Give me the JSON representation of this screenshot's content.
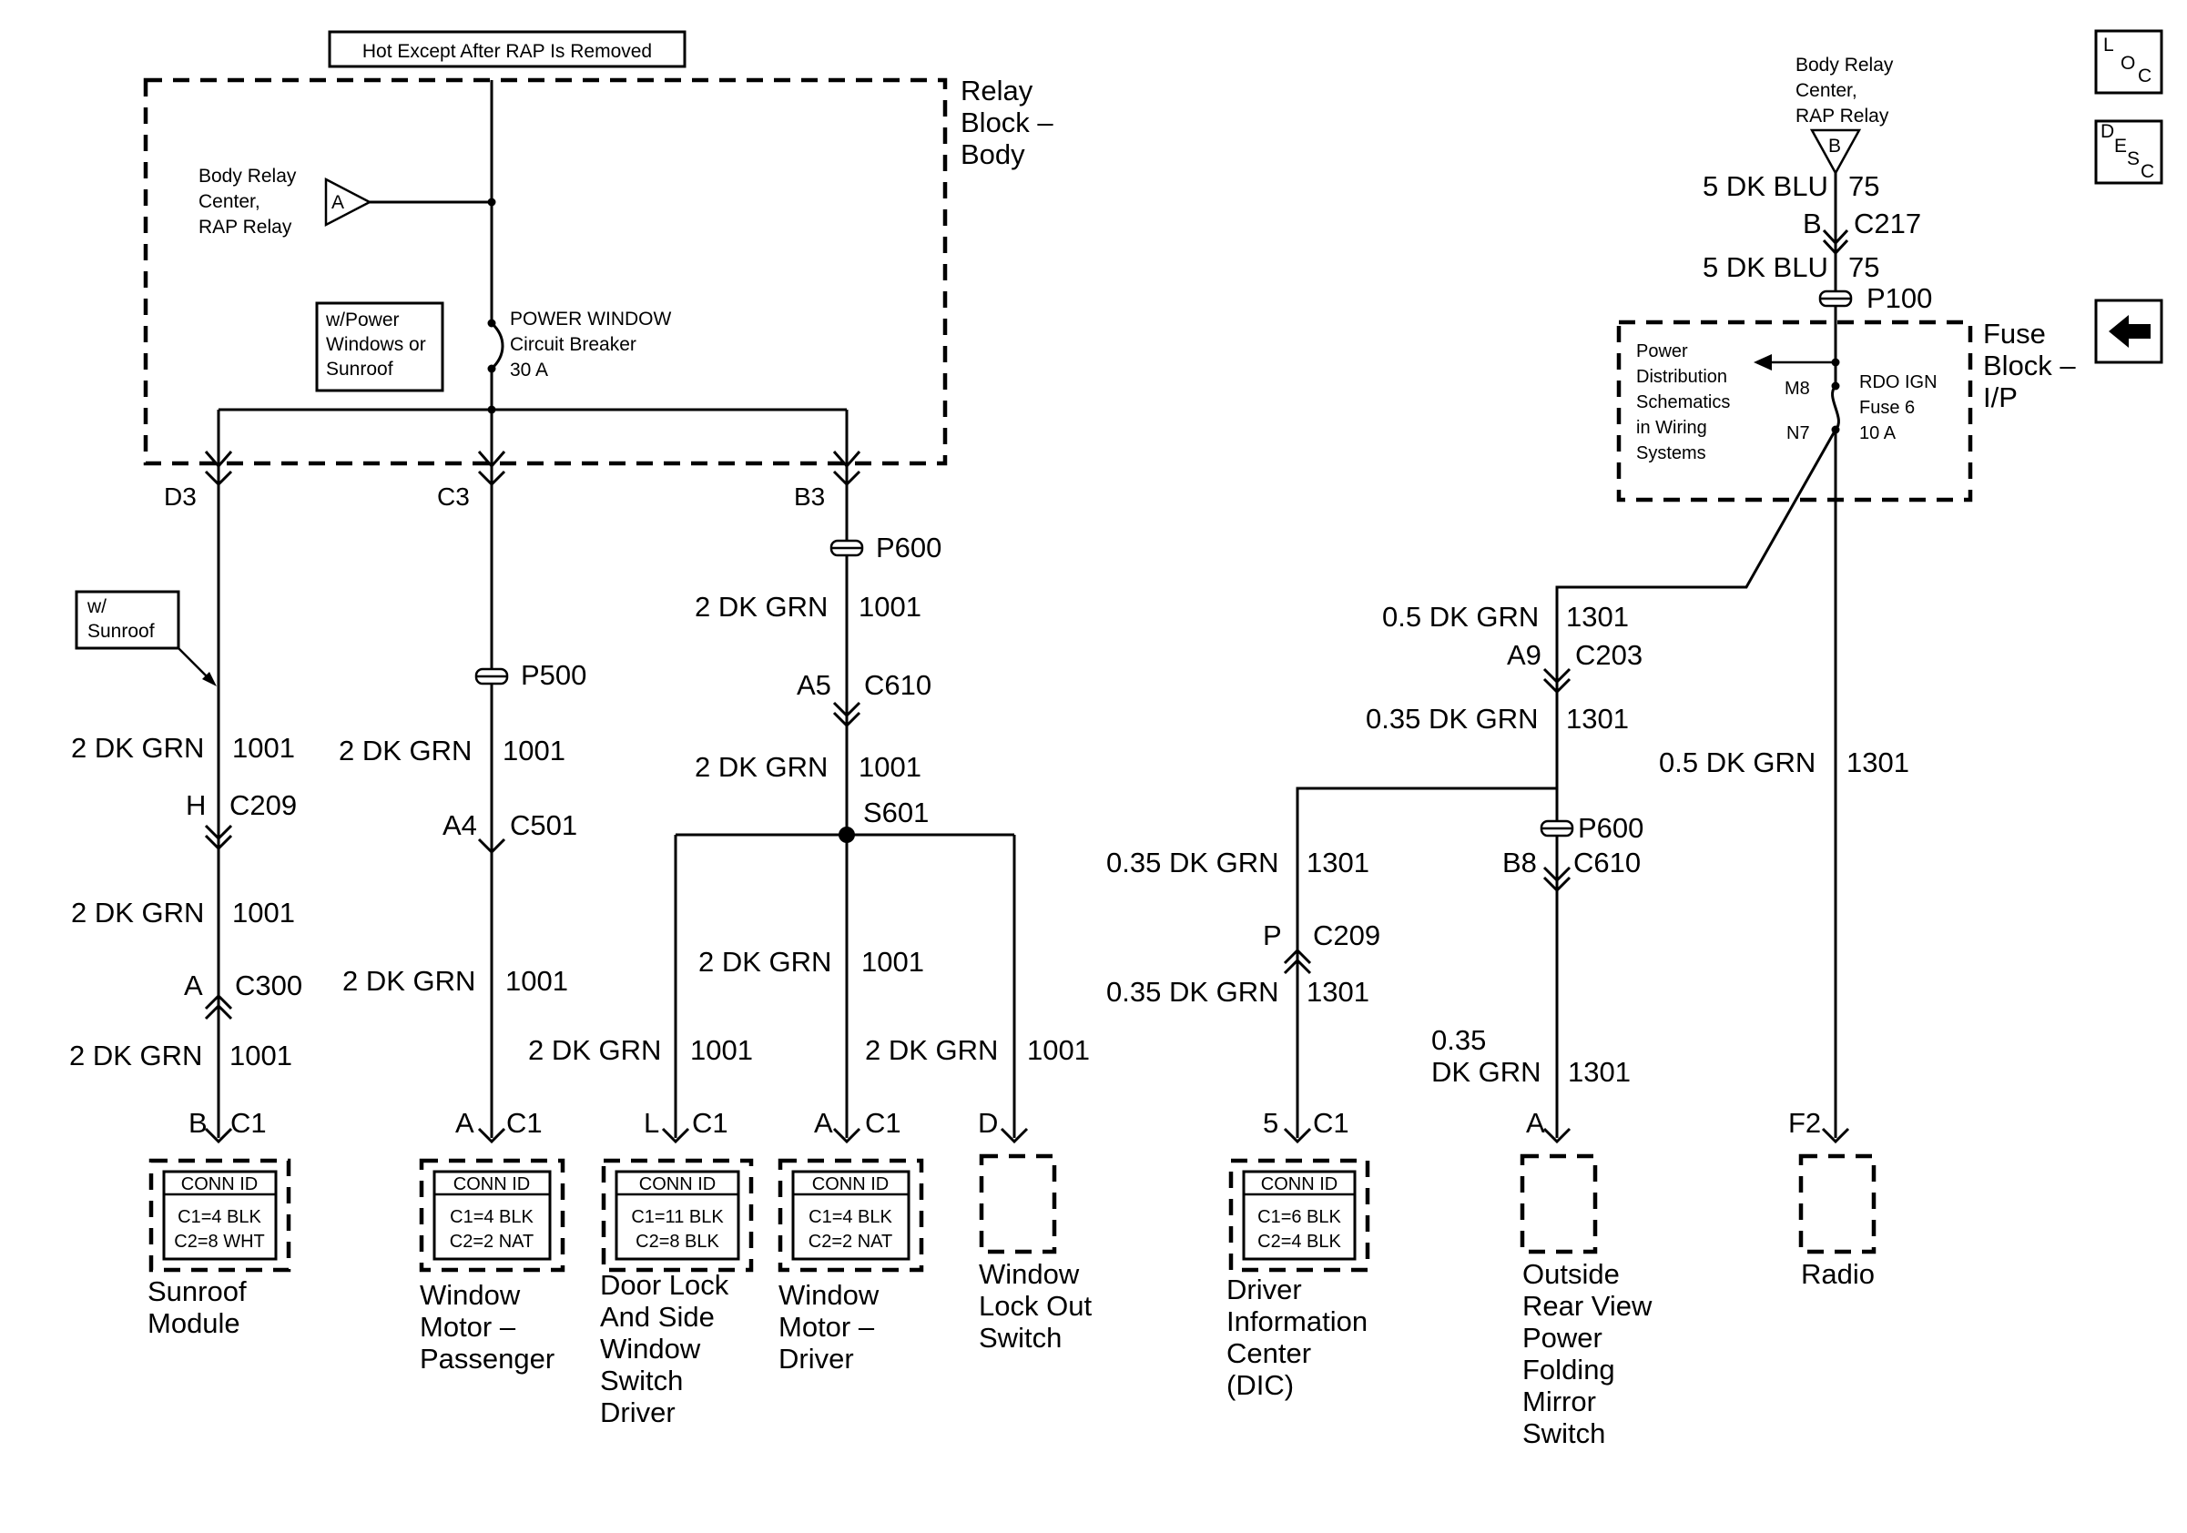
{
  "header_note": "Hot Except After RAP Is Removed",
  "nav": {
    "loc": [
      "L",
      "O",
      "C"
    ],
    "desc": [
      "D",
      "E",
      "S",
      "C"
    ]
  },
  "relay_block": {
    "label": [
      "Relay",
      "Block –",
      "Body"
    ],
    "rap_source": [
      "Body Relay",
      "Center,",
      "RAP Relay"
    ],
    "rap_letter": "A",
    "option_box": [
      "w/Power",
      "Windows or",
      "Sunroof"
    ],
    "breaker": [
      "POWER WINDOW",
      "Circuit Breaker",
      "30 A"
    ]
  },
  "fuse_block": {
    "label": [
      "Fuse",
      "Block –",
      "I/P"
    ],
    "rap_source": [
      "Body Relay",
      "Center,",
      "RAP Relay"
    ],
    "rap_letter": "B",
    "reference": [
      "Power",
      "Distribution",
      "Schematics",
      "in Wiring",
      "Systems"
    ],
    "fuse_in": "M8",
    "fuse_out": "N7",
    "fuse": [
      "RDO IGN",
      "Fuse 6",
      "10 A"
    ]
  },
  "sunroof_option": [
    "w/",
    "Sunroof"
  ],
  "conn_id": "CONN ID",
  "splice": "S601",
  "labels": {
    "D3": "D3",
    "C3": "C3",
    "B3": "B3",
    "P600": "P600",
    "P500": "P500",
    "P100": "P100",
    "A5": "A5",
    "C610": "C610",
    "H": "H",
    "C209": "C209",
    "A4": "A4",
    "C501": "C501",
    "A": "A",
    "C300": "C300",
    "B": "B",
    "C217": "C217",
    "A9": "A9",
    "C203": "C203",
    "B8": "B8",
    "P": "P",
    "C1": "C1",
    "L": "L",
    "D": "D",
    "5": "5",
    "F2": "F2"
  },
  "wires": {
    "dkgrn2": "2 DK GRN",
    "c1001": "1001",
    "dkblu5": "5 DK BLU",
    "c75": "75",
    "dkgrn05": "0.5 DK GRN",
    "dkgrn035": "0.35 DK GRN",
    "c1301": "1301",
    "n035": "0.35",
    "dkgrn": "DK GRN"
  },
  "components": {
    "sunroof": {
      "name": [
        "Sunroof",
        "Module"
      ],
      "conn": [
        "C1=4 BLK",
        "C2=8 WHT"
      ]
    },
    "window_pass": {
      "name": [
        "Window",
        "Motor –",
        "Passenger"
      ],
      "conn": [
        "C1=4 BLK",
        "C2=2 NAT"
      ]
    },
    "door_lock": {
      "name": [
        "Door Lock",
        "And Side",
        "Window",
        "Switch",
        "Driver"
      ],
      "conn": [
        "C1=11 BLK",
        "C2=8 BLK"
      ]
    },
    "window_drv": {
      "name": [
        "Window",
        "Motor –",
        "Driver"
      ],
      "conn": [
        "C1=4 BLK",
        "C2=2 NAT"
      ]
    },
    "lockout": {
      "name": [
        "Window",
        "Lock Out",
        "Switch"
      ]
    },
    "dic": {
      "name": [
        "Driver",
        "Information",
        "Center",
        "(DIC)"
      ],
      "conn": [
        "C1=6 BLK",
        "C2=4 BLK"
      ]
    },
    "mirror": {
      "name": [
        "Outside",
        "Rear View",
        "Power",
        "Folding",
        "Mirror",
        "Switch"
      ]
    },
    "radio": {
      "name": [
        "Radio"
      ]
    }
  }
}
